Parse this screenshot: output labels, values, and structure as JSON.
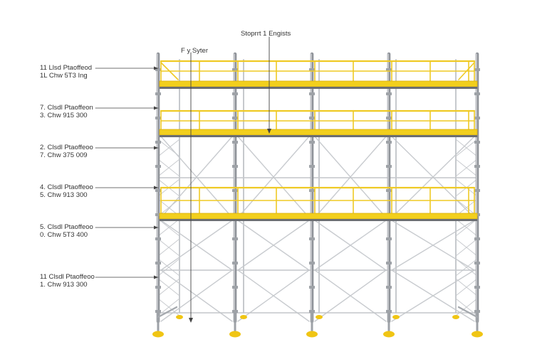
{
  "diagram": {
    "top_label": "Stoprrt  1 Engists",
    "sub_label": "F  y  Syter",
    "callouts": [
      {
        "line1": "11 Llsd Ptaoffeod",
        "line2": "1L Chw 5T3 Ing"
      },
      {
        "line1": "7. Clsdl Ptaoffeon",
        "line2": "3. Chw 915 300"
      },
      {
        "line1": "2. Clsdl Ptaoffeoo",
        "line2": "7. Chw 375 009"
      },
      {
        "line1": "4. Clsdl Ptaoffeoo",
        "line2": "5. Chw 913 300"
      },
      {
        "line1": "5. Clsdl Ptaoffeoo",
        "line2": "0. Chw 5T3 400"
      },
      {
        "line1": "11 Clsdl Ptaoffeoo",
        "line2": "1. Chw 913 300"
      }
    ],
    "colors": {
      "frame": "#b9bcc0",
      "frame_dark": "#8e9298",
      "platform": "#f2cf1d",
      "platform_edge": "#d7b00e",
      "platform_under": "#6b6e72",
      "guardrail": "#efca24",
      "foot": "#f0c514",
      "leader": "#444444"
    }
  }
}
